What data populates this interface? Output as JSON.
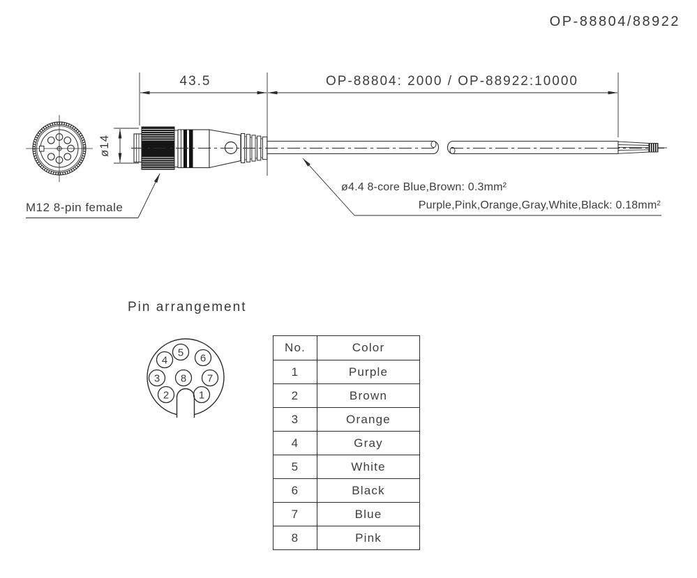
{
  "title": "OP-88804/88922",
  "drawing": {
    "dim_connector_length": "43.5",
    "dim_cable_length": "OP-88804: 2000 / OP-88922:10000",
    "dim_connector_diameter": "ø14",
    "connector_label": "M12 8-pin female",
    "cable_spec_line1": "ø4.4 8-core Blue,Brown: 0.3mm²",
    "cable_spec_line2": "Purple,Pink,Orange,Gray,White,Black: 0.18mm²"
  },
  "pin_arrangement": {
    "heading": "Pin arrangement",
    "pins": [
      "5",
      "6",
      "4",
      "3",
      "8",
      "7",
      "2",
      "1"
    ]
  },
  "pin_table": {
    "header_no": "No.",
    "header_color": "Color",
    "rows": [
      {
        "no": "1",
        "color": "Purple"
      },
      {
        "no": "2",
        "color": "Brown"
      },
      {
        "no": "3",
        "color": "Orange"
      },
      {
        "no": "4",
        "color": "Gray"
      },
      {
        "no": "5",
        "color": "White"
      },
      {
        "no": "6",
        "color": "Black"
      },
      {
        "no": "7",
        "color": "Blue"
      },
      {
        "no": "8",
        "color": "Pink"
      }
    ]
  },
  "colors": {
    "line": "#2b2b2b",
    "text": "#3d3d3d",
    "background": "#ffffff"
  }
}
